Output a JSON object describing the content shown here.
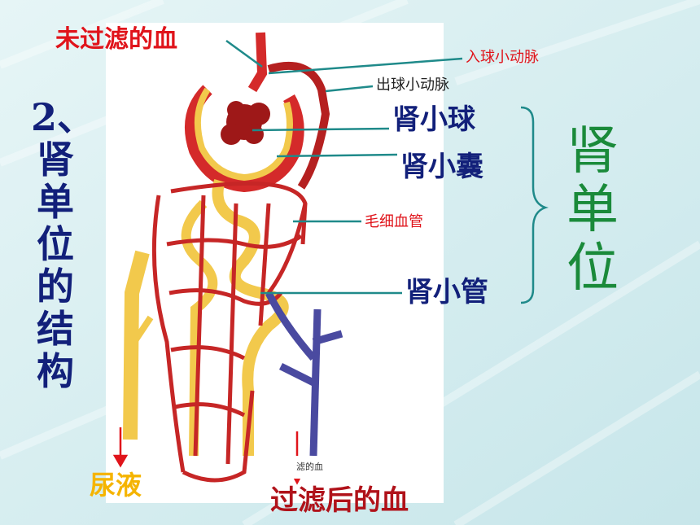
{
  "labels": {
    "unfiltered_blood": "未过滤的血",
    "afferent_arteriole": "入球小动脉",
    "efferent_arteriole": "出球小动脉",
    "glomerulus": "肾小球",
    "capsule": "肾小囊",
    "capillary": "毛细血管",
    "tubule": "肾小管",
    "urine": "尿液",
    "filtered_blood": "过滤后的血",
    "inner_caption": "滤的血"
  },
  "title": {
    "number": "2、",
    "chars": [
      "肾",
      "单",
      "位",
      "的",
      "结",
      "构"
    ]
  },
  "group": {
    "chars": [
      "肾",
      "单",
      "位"
    ]
  },
  "colors": {
    "red": "#e0141b",
    "navy": "#12207a",
    "green": "#1a8a3a",
    "yellow": "#f5b400",
    "artery": "#d42a2a",
    "vein": "#4a4aa0",
    "tubule_fill": "#f2c94c",
    "teal": "#1f8a8a"
  }
}
